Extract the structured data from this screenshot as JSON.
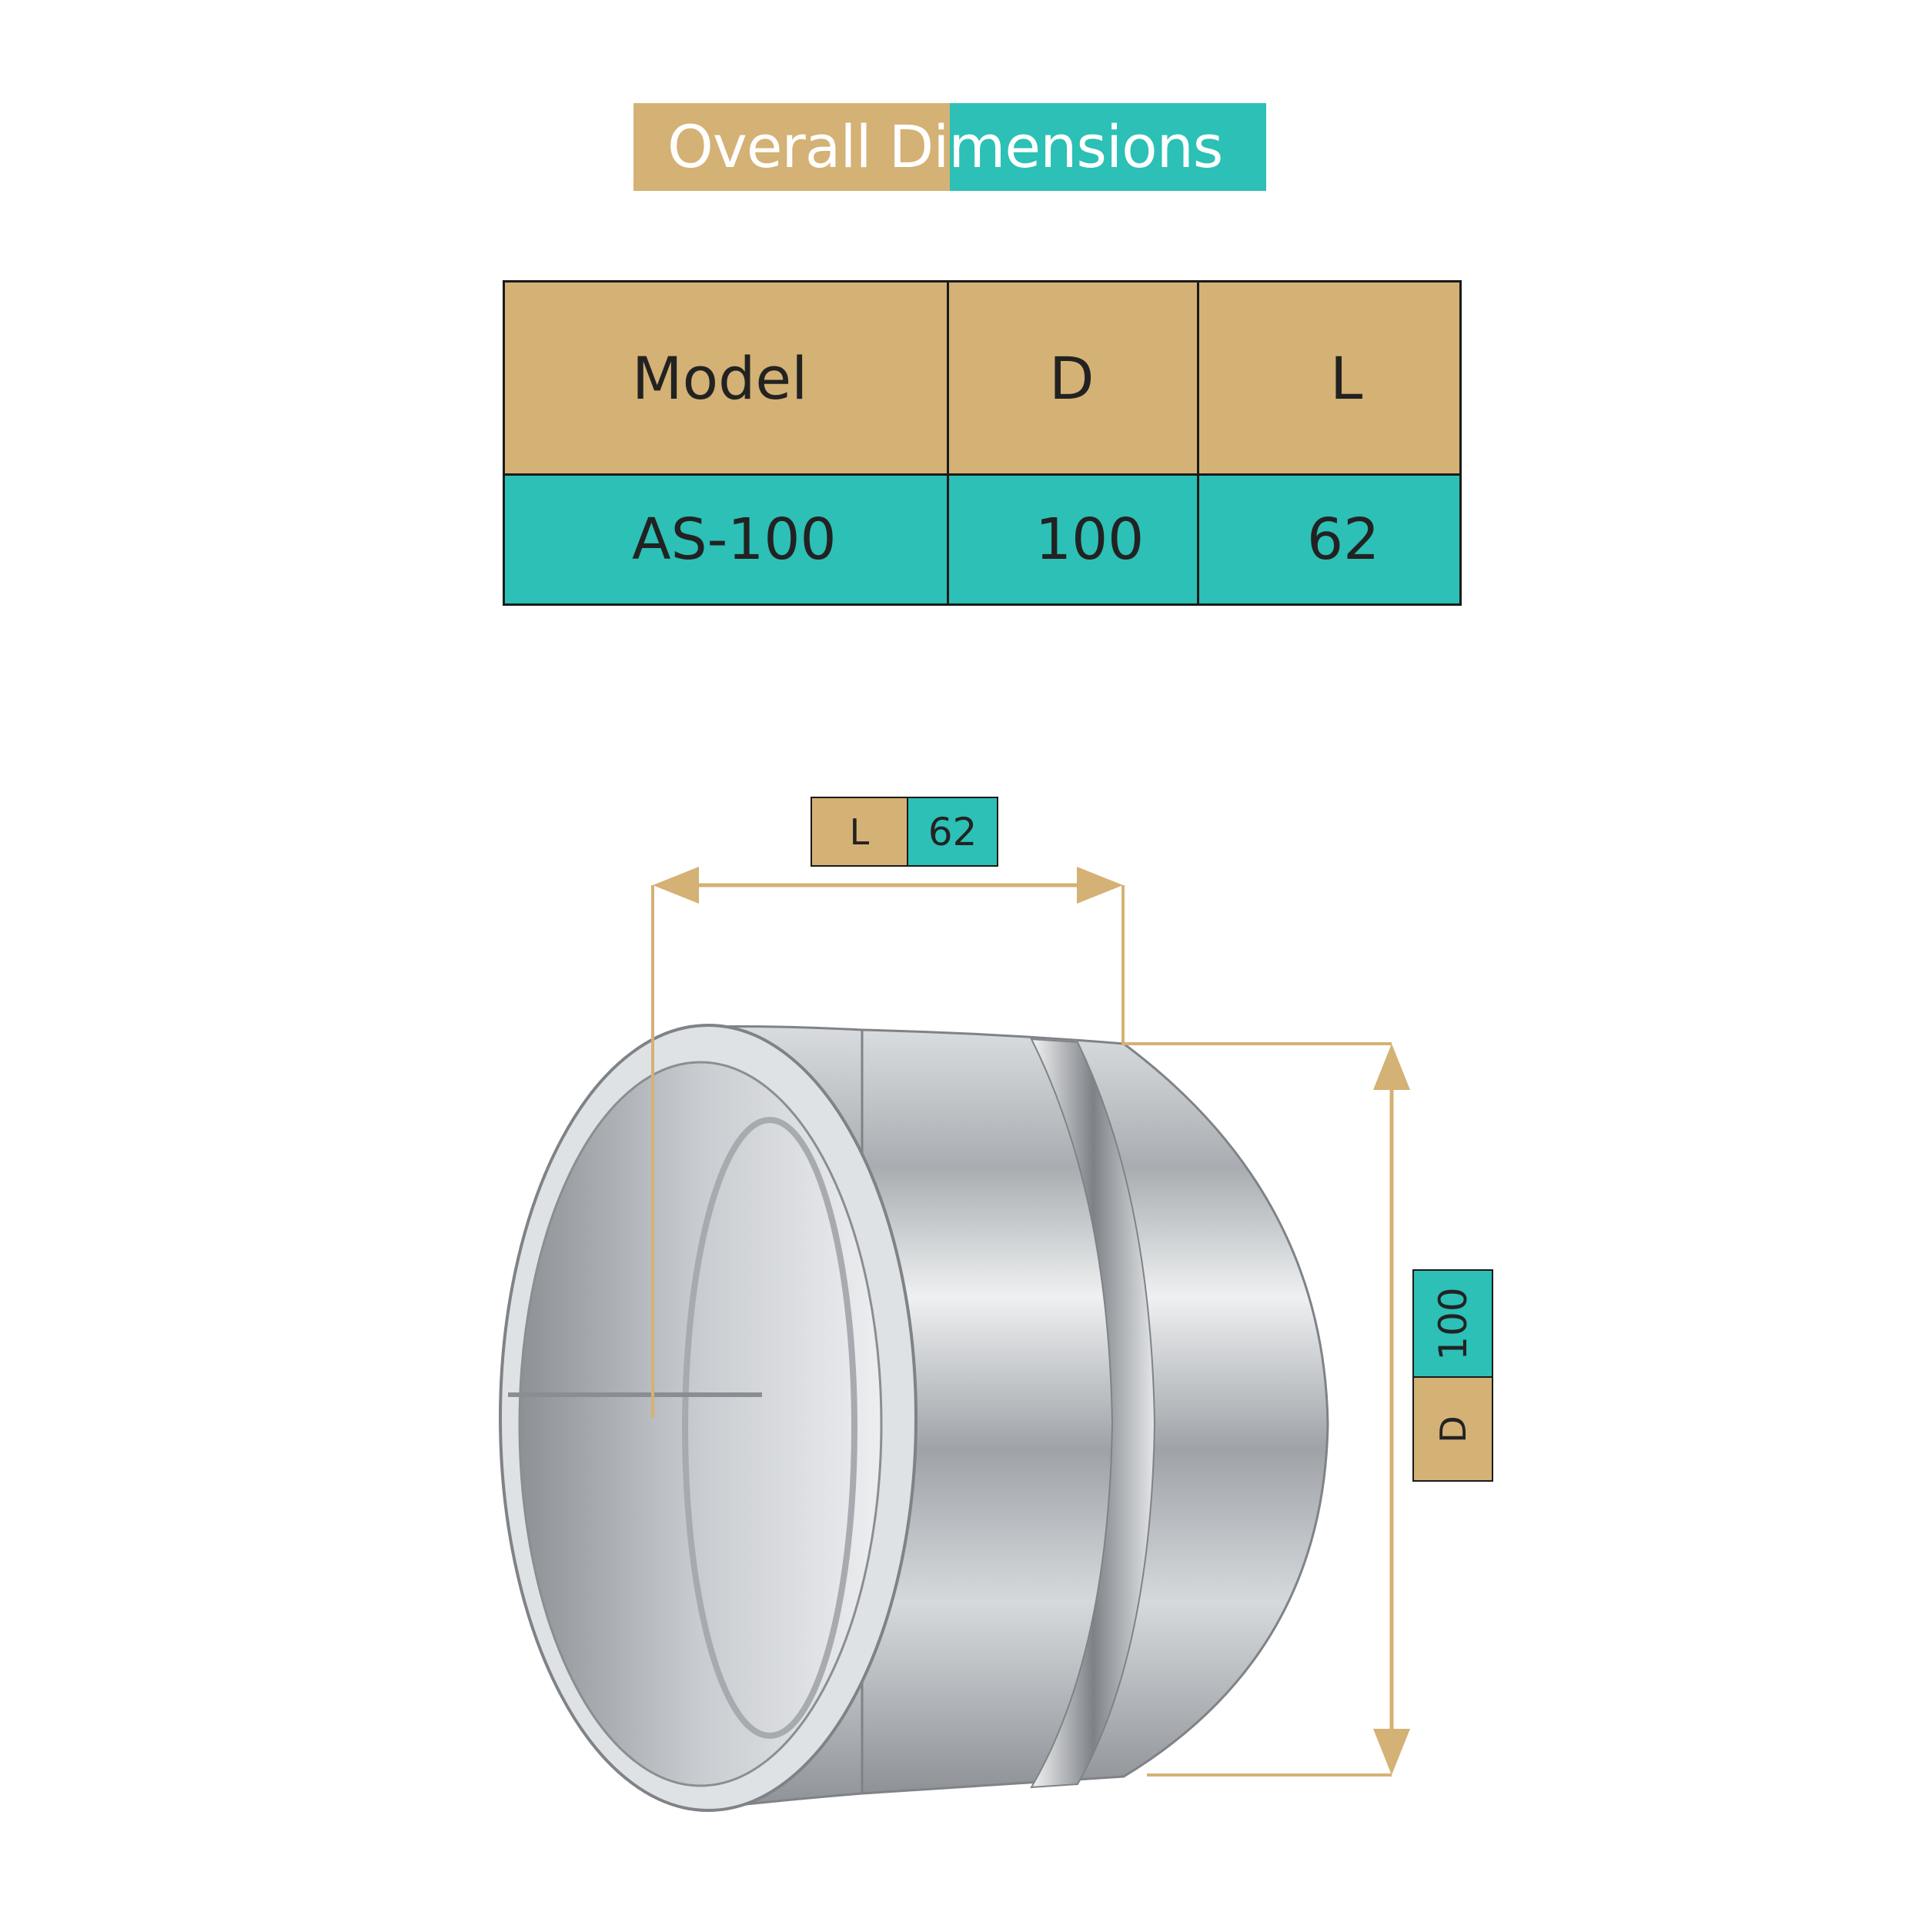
{
  "title": "Overall Dimensions",
  "table": {
    "headers": [
      "Model",
      "D",
      "L"
    ],
    "row": [
      "AS-100",
      "100",
      "62"
    ]
  },
  "dimension_labels": {
    "length": {
      "key": "L",
      "value": "62"
    },
    "diameter": {
      "key": "D",
      "value": "100"
    }
  },
  "colors": {
    "gold": "#d4b174",
    "teal": "#2cc0b6",
    "metal": "#b8bcc0"
  }
}
